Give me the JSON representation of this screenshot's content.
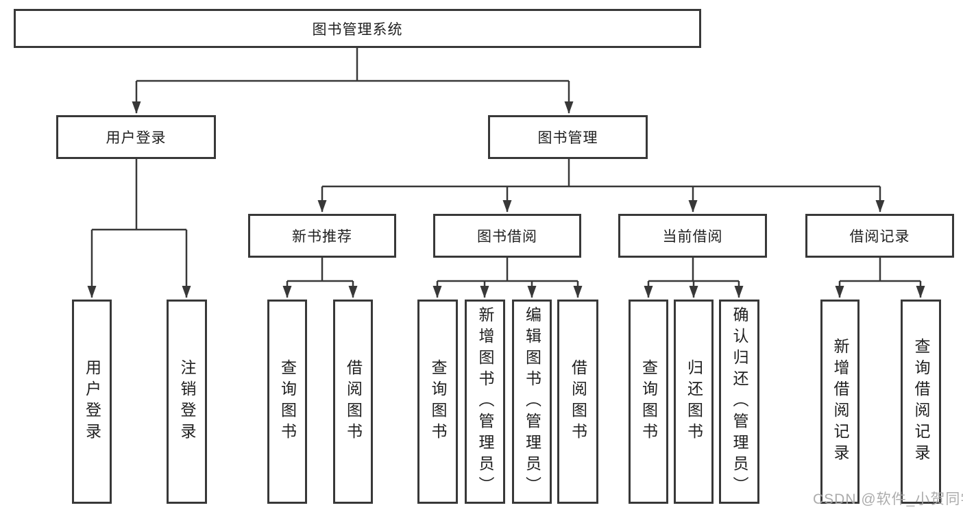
{
  "tree": {
    "root": {
      "label": "图书管理系统"
    },
    "branches": [
      {
        "label": "用户登录",
        "children": [
          "用户登录",
          "注销登录"
        ]
      },
      {
        "label": "图书管理",
        "children": [
          {
            "label": "新书推荐",
            "children": [
              "查询图书",
              "借阅图书"
            ]
          },
          {
            "label": "图书借阅",
            "children": [
              "查询图书",
              "新增图书（管理员）",
              "编辑图书（管理员）",
              "借阅图书"
            ]
          },
          {
            "label": "当前借阅",
            "children": [
              "查询图书",
              "归还图书",
              "确认归还（管理员）"
            ]
          },
          {
            "label": "借阅记录",
            "children": [
              "新增借阅记录",
              "查询借阅记录"
            ]
          }
        ]
      }
    ]
  },
  "watermark": {
    "text": "CSDN @软件_小贺同学"
  },
  "colors": {
    "background": "#ffffff",
    "box_border": "#383838",
    "connector_line": "#383838",
    "text": "#1f1f1f",
    "watermark": "#a5a5a5"
  }
}
